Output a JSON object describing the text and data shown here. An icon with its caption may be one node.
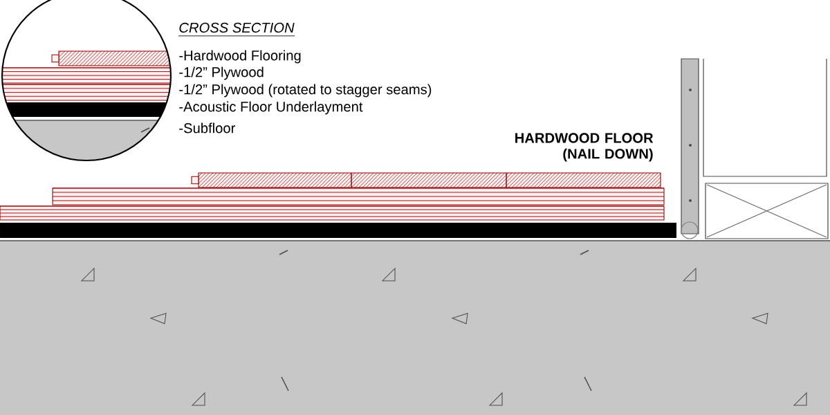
{
  "diagram": {
    "labels": [
      "CROSS SECTION",
      "-Hardwood Flooring",
      "-1/2” Plywood",
      "-1/2” Plywood (rotated to stagger seams)",
      "-Acoustic Floor Underlayment",
      "-Subfloor",
      "HARDWOOD FLOOR (NAIL DOWN)"
    ]
  }
}
